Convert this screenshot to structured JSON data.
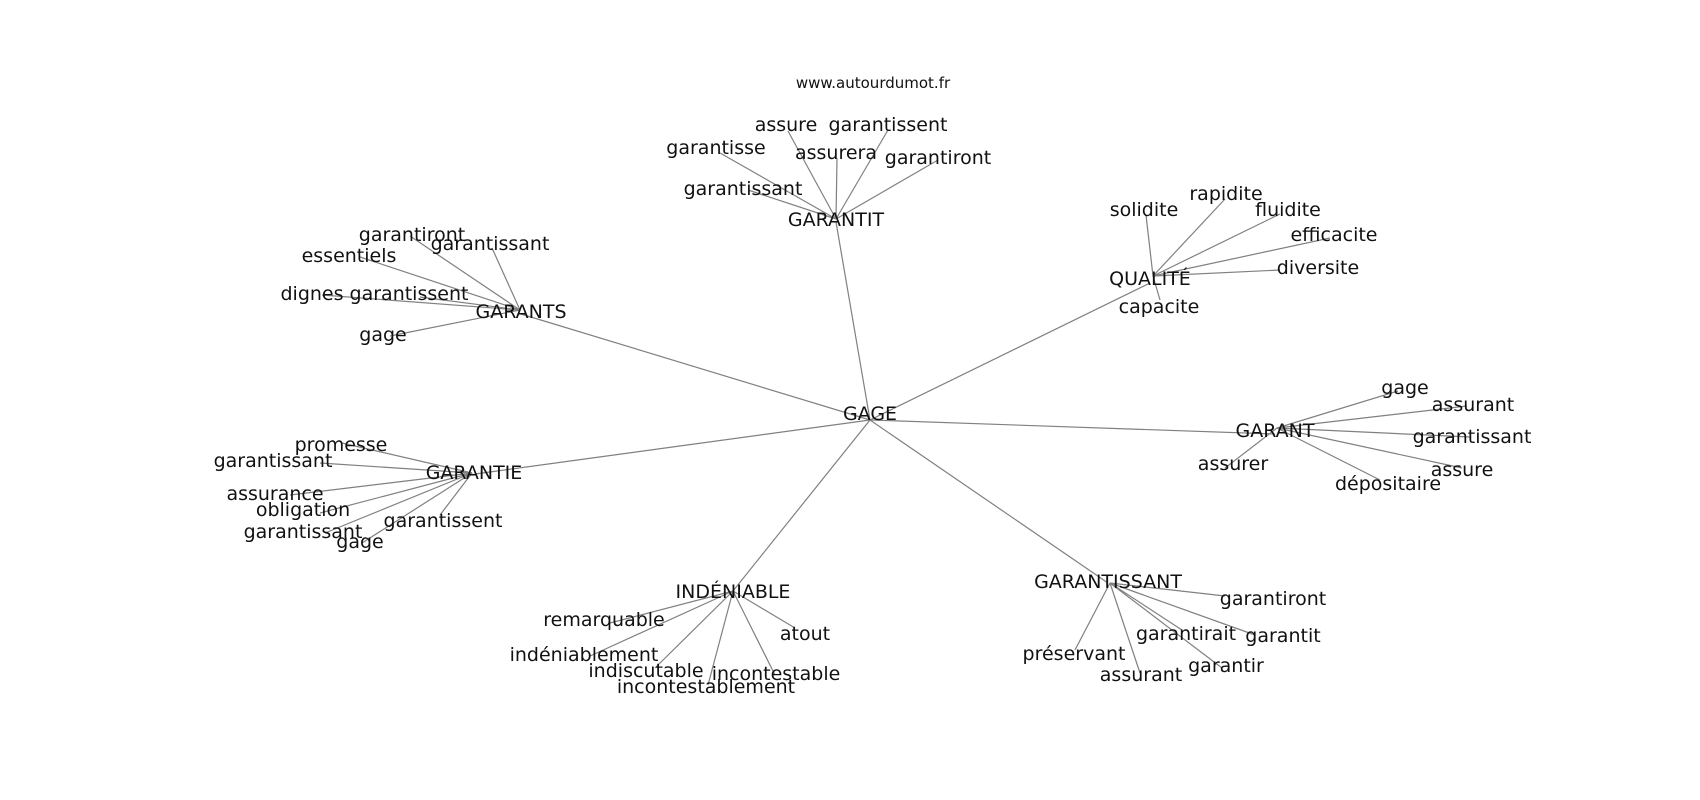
{
  "site_label": "www.autourdumot.fr",
  "center": {
    "label": "GAGE"
  },
  "clusters": [
    {
      "label": "GARANTIT",
      "leaves": [
        "assure",
        "garantissent",
        "garantisse",
        "assurera",
        "garantiront",
        "garantissant"
      ]
    },
    {
      "label": "QUALITÉ",
      "leaves": [
        "solidite",
        "rapidite",
        "fluidite",
        "efficacite",
        "diversite",
        "capacite"
      ]
    },
    {
      "label": "GARANTS",
      "leaves": [
        "garantiront",
        "garantissant",
        "essentiels",
        "dignes",
        "garantissent",
        "gage"
      ]
    },
    {
      "label": "GARANT",
      "leaves": [
        "gage",
        "assurant",
        "garantissant",
        "assure",
        "assurer",
        "dépositaire"
      ]
    },
    {
      "label": "GARANTIE",
      "leaves": [
        "promesse",
        "garantissant",
        "assurance",
        "obligation",
        "garantissent",
        "garantissant",
        "gage"
      ]
    },
    {
      "label": "INDÉNIABLE",
      "leaves": [
        "remarquable",
        "atout",
        "indéniablement",
        "indiscutable",
        "incontestable",
        "incontestablement"
      ]
    },
    {
      "label": "GARANTISSANT",
      "leaves": [
        "garantiront",
        "garantirait",
        "garantit",
        "préservant",
        "garantir",
        "assurant"
      ]
    }
  ]
}
